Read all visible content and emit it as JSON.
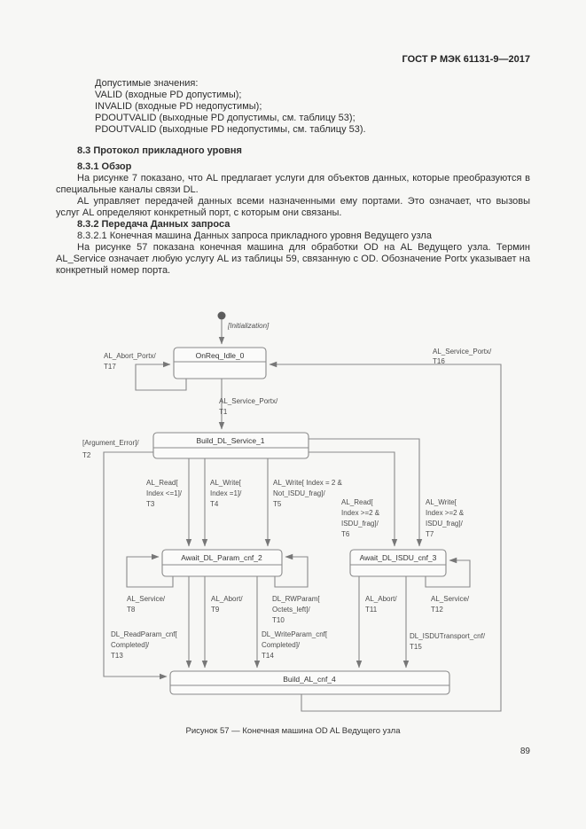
{
  "page": {
    "header": "ГОСТ Р МЭК 61131-9—2017",
    "number": "89"
  },
  "content": {
    "values_intro": "Допустимые значения:",
    "values": [
      "VALID (входные PD допустимы);",
      "INVALID (входные PD недопустимы);",
      "PDOUTVALID (выходные PD допустимы, см. таблицу 53);",
      "PDOUTVALID (выходные PD недопустимы, см. таблицу 53)."
    ],
    "h83": "8.3 Протокол прикладного уровня",
    "h831": "8.3.1 Обзор",
    "p1": "На рисунке 7 показано, что AL предлагает услуги для объектов данных, которые преобразуются в специальные каналы связи DL.",
    "p2": "AL управляет передачей данных всеми назначенными ему портами. Это означает, что вызовы услуг AL определяют конкретный порт, с которым они связаны.",
    "h832": "8.3.2 Передача Данных запроса",
    "h8321": "8.3.2.1 Конечная машина Данных запроса прикладного уровня Ведущего узла",
    "p3": "На рисунке 57 показана конечная машина для обработки OD на AL Ведущего узла. Термин AL_Service означает любую услугу AL из таблицы 59, связанную с OD. Обозначение Portx указывает на конкретный номер порта.",
    "caption": "Рисунок 57 — Конечная машина OD AL Ведущего узла"
  },
  "diagram": {
    "states": {
      "s0": "OnReq_Idle_0",
      "s1": "Build_DL_Service_1",
      "s2": "Await_DL_Param_cnf_2",
      "s3": "Await_DL_ISDU_cnf_3",
      "s4": "Build_AL_cnf_4"
    },
    "labels": {
      "init": [
        "[Initialization]"
      ],
      "t17": [
        "AL_Abort_Portx/",
        "T17"
      ],
      "t16": [
        "AL_Service_Portx/",
        "T16"
      ],
      "t1": [
        "AL_Service_Portx/",
        "T1"
      ],
      "t2": [
        "[Argument_Error]/",
        "T2"
      ],
      "t3": [
        "AL_Read[",
        "Index <=1]/",
        "T3"
      ],
      "t4": [
        "AL_Write[",
        "Index =1]/",
        "T4"
      ],
      "t5": [
        "AL_Write[ Index = 2 &",
        "Not_ISDU_frag]/",
        "T5"
      ],
      "t6": [
        "AL_Read[",
        "Index >=2 &",
        "ISDU_frag]/",
        "T6"
      ],
      "t7": [
        "AL_Write[",
        "Index >=2 &",
        "ISDU_frag]/",
        "T7"
      ],
      "t8": [
        "AL_Service/",
        "T8"
      ],
      "t9": [
        "AL_Abort/",
        "T9"
      ],
      "t10": [
        "DL_RWParam[",
        "Octets_left]/",
        "T10"
      ],
      "t11": [
        "AL_Abort/",
        "T11"
      ],
      "t12": [
        "AL_Service/",
        "T12"
      ],
      "t13": [
        "DL_ReadParam_cnf[",
        "Completed]/",
        "T13"
      ],
      "t14": [
        "DL_WriteParam_cnf[",
        "Completed]/",
        "T14"
      ],
      "t15": [
        "DL_ISDUTransport_cnf/",
        "T15"
      ]
    }
  }
}
